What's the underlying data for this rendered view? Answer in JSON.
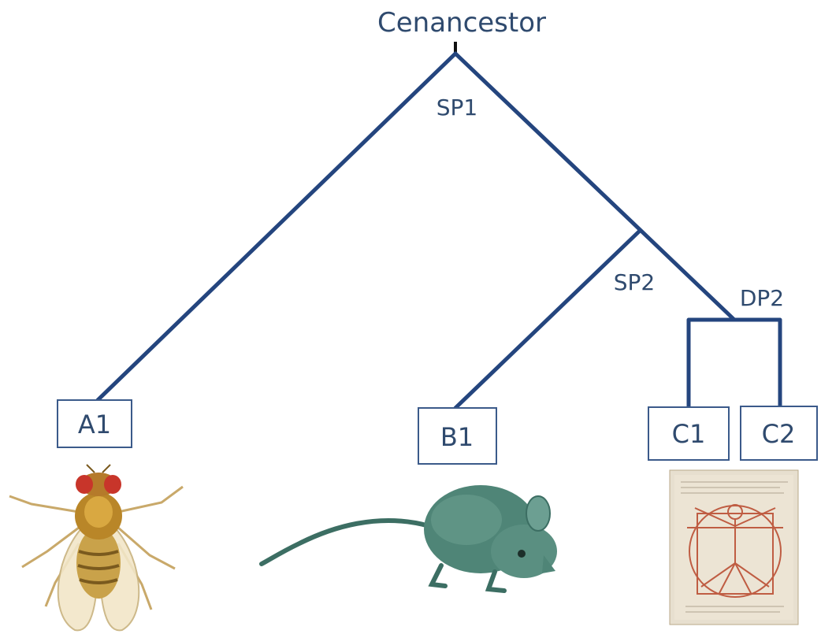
{
  "diagram": {
    "root_label": "Cenancestor",
    "nodes": {
      "sp1": "SP1",
      "sp2": "SP2",
      "dp2": "DP2"
    },
    "leaves": {
      "a1": "A1",
      "b1": "B1",
      "c1": "C1",
      "c2": "C2"
    },
    "colors": {
      "branch": "#24457e",
      "label_text": "#2f4a6e",
      "box_border": "#3b5a8a"
    },
    "organisms": [
      "fruit-fly",
      "mouse",
      "vitruvian-man"
    ]
  }
}
